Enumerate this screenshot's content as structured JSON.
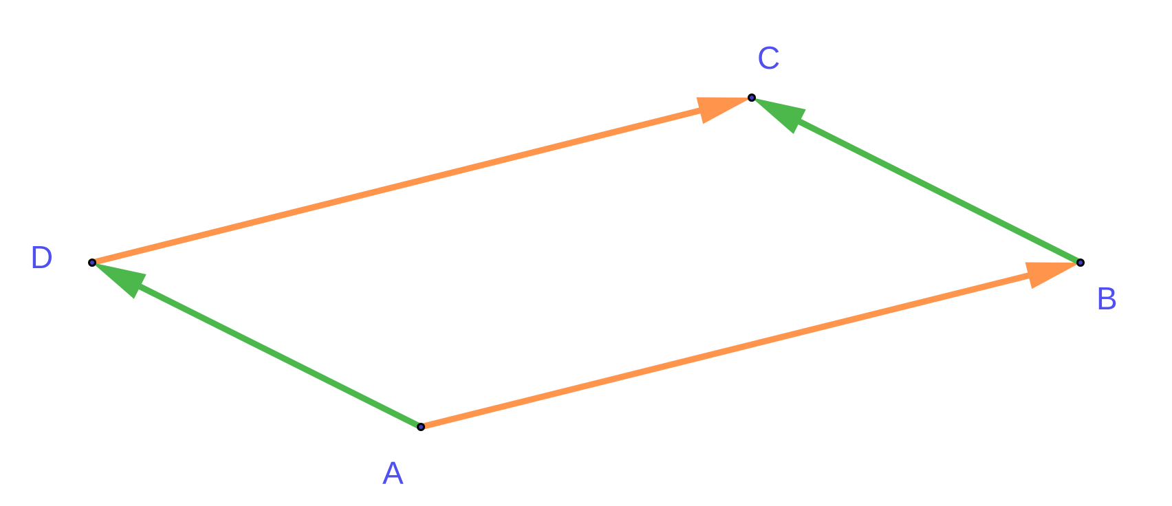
{
  "colors": {
    "background": "#ffffff",
    "label": "#5050f0",
    "orange_vector": "#ff944d",
    "green_vector": "#4cb84c",
    "point_outline": "#000000",
    "point_fill": "#3d3dc8"
  },
  "points": [
    {
      "id": "A",
      "label": "A"
    },
    {
      "id": "B",
      "label": "B"
    },
    {
      "id": "C",
      "label": "C"
    },
    {
      "id": "D",
      "label": "D"
    }
  ],
  "vectors": [
    {
      "id": "AB",
      "from": "A",
      "to": "B",
      "color": "orange"
    },
    {
      "id": "DC",
      "from": "D",
      "to": "C",
      "color": "orange"
    },
    {
      "id": "AD",
      "from": "A",
      "to": "D",
      "color": "green"
    },
    {
      "id": "BC",
      "from": "B",
      "to": "C",
      "color": "green"
    }
  ]
}
